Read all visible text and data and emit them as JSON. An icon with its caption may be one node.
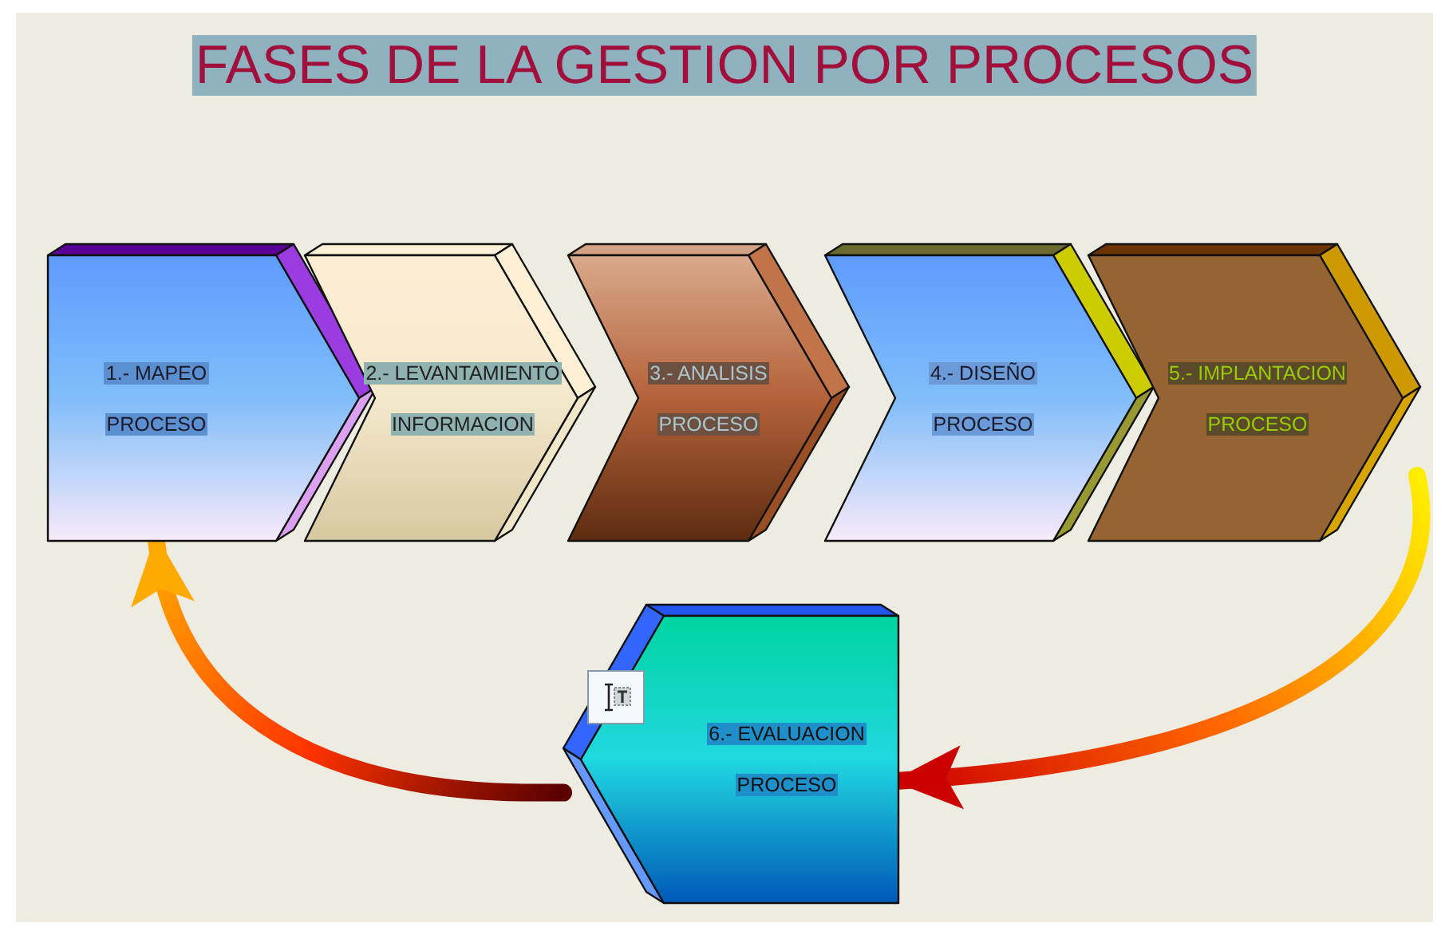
{
  "diagram": {
    "title": "FASES DE LA GESTION POR PROCESOS",
    "nodes": [
      {
        "text": [
          "1.- MAPEO",
          "PROCESO"
        ]
      },
      {
        "text": [
          "2.- LEVANTAMIENTO",
          "INFORMACION"
        ]
      },
      {
        "text": [
          "3.- ANALISIS",
          "PROCESO"
        ]
      },
      {
        "text": [
          "4.- DISEÑO",
          "PROCESO"
        ]
      },
      {
        "text": [
          "5.- IMPLANTACION",
          "PROCESO"
        ]
      },
      {
        "text": [
          "6.- EVALUACION",
          "PROCESO"
        ]
      }
    ],
    "edges": [
      {
        "from": 4,
        "to": 5,
        "arrow": "to",
        "style": "thick"
      },
      {
        "from": 5,
        "to": 0,
        "arrow": "to",
        "style": "thick"
      }
    ]
  }
}
